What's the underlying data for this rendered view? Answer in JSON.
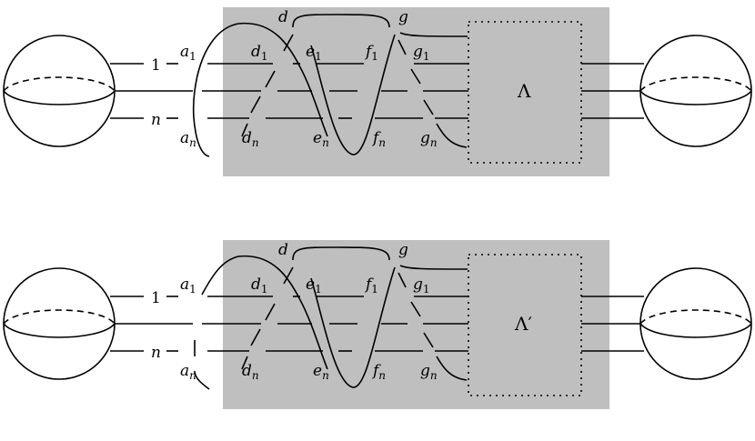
{
  "colors": {
    "shade": "#bfbfbf",
    "line": "#000000",
    "background": "#ffffff"
  },
  "top": {
    "labels": {
      "strand_first": "1",
      "strand_last": "n",
      "a1": "a",
      "a1_sub": "1",
      "an": "a",
      "an_sub": "n",
      "d": "d",
      "d1": "d",
      "d1_sub": "1",
      "dn": "d",
      "dn_sub": "n",
      "e1": "e",
      "e1_sub": "1",
      "en": "e",
      "en_sub": "n",
      "f1": "f",
      "f1_sub": "1",
      "fn": "f",
      "fn_sub": "n",
      "g": "g",
      "g1": "g",
      "g1_sub": "1",
      "gn": "g",
      "gn_sub": "n",
      "box": "Λ"
    }
  },
  "bottom": {
    "labels": {
      "strand_first": "1",
      "strand_last": "n",
      "a1": "a",
      "a1_sub": "1",
      "an": "a",
      "an_sub": "n",
      "d": "d",
      "d1": "d",
      "d1_sub": "1",
      "dn": "d",
      "dn_sub": "n",
      "e1": "e",
      "e1_sub": "1",
      "en": "e",
      "en_sub": "n",
      "f1": "f",
      "f1_sub": "1",
      "fn": "f",
      "fn_sub": "n",
      "g": "g",
      "g1": "g",
      "g1_sub": "1",
      "gn": "g",
      "gn_sub": "n",
      "box": "Λ′"
    }
  }
}
